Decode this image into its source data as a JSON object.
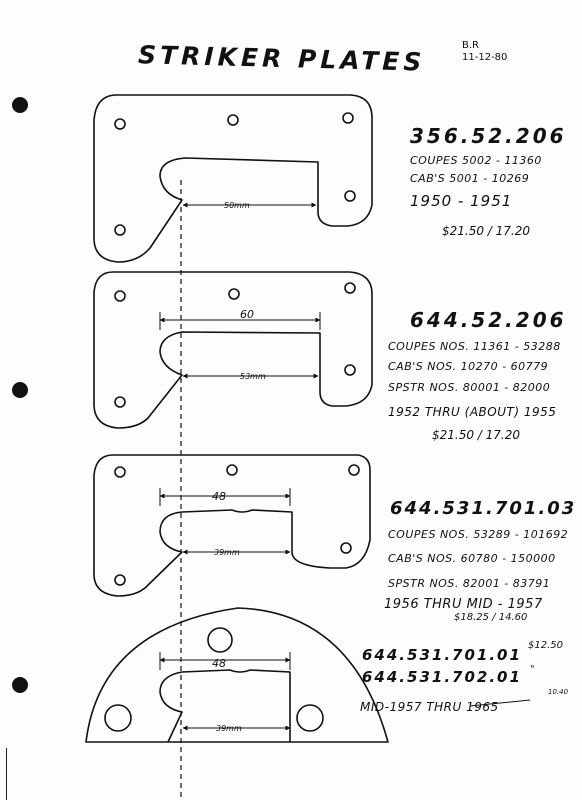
{
  "title": "STRIKER PLATES",
  "initials": [
    "B.R",
    "11-12-80"
  ],
  "plates": [
    {
      "part_number": "356.52.206",
      "lines": [
        "COUPES 5002 - 11360",
        "CAB'S 5001 - 10269"
      ],
      "years": "1950 - 1951",
      "price": "$21.50 / 17.20",
      "dims": [
        "50mm"
      ]
    },
    {
      "part_number": "644.52.206",
      "lines": [
        "COUPES NOS. 11361 - 53288",
        "CAB'S NOS. 10270 - 60779",
        "SPSTR NOS. 80001 - 82000"
      ],
      "years": "1952 THRU (ABOUT) 1955",
      "price": "$21.50 / 17.20",
      "dims": [
        "60",
        "53mm"
      ]
    },
    {
      "part_number": "644.531.701.03",
      "lines": [
        "COUPES NOS. 53289 - 101692",
        "CAB'S NOS. 60780 - 150000",
        "SPSTR NOS. 82001 - 83791"
      ],
      "years": "1956 THRU MID - 1957",
      "price": "$18.25 / 14.60",
      "dims": [
        "48",
        "39mm"
      ]
    },
    {
      "part_numbers": [
        "644.531.701.01",
        "644.531.702.01"
      ],
      "price_notes": [
        "$12.50",
        "\"",
        "10.40"
      ],
      "years": "MID-1957 THRU 1965",
      "dims": [
        "48",
        "39mm"
      ]
    }
  ]
}
